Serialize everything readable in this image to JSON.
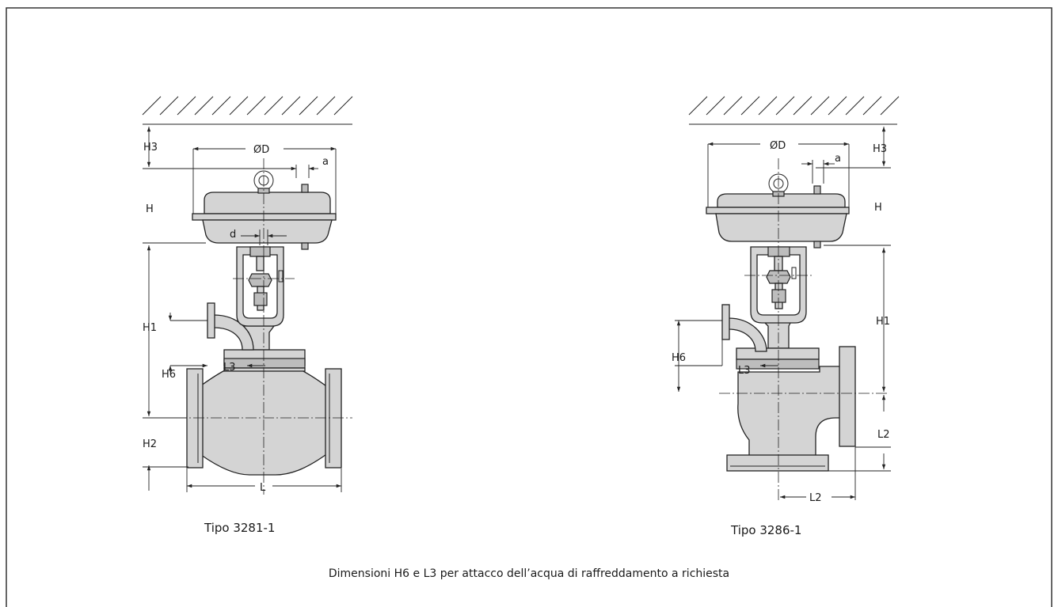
{
  "labels": {
    "diameter": "ØD",
    "a": "a",
    "d": "d",
    "H": "H",
    "H1": "H1",
    "H2": "H2",
    "H3": "H3",
    "H6": "H6",
    "L": "L",
    "L2": "L2",
    "L3": "L3"
  },
  "captions": {
    "left": "Tipo 3281-1",
    "right": "Tipo 3286-1"
  },
  "note": "Dimensioni H6 e L3 per  attacco dell’acqua di raffreddamento a richiesta"
}
